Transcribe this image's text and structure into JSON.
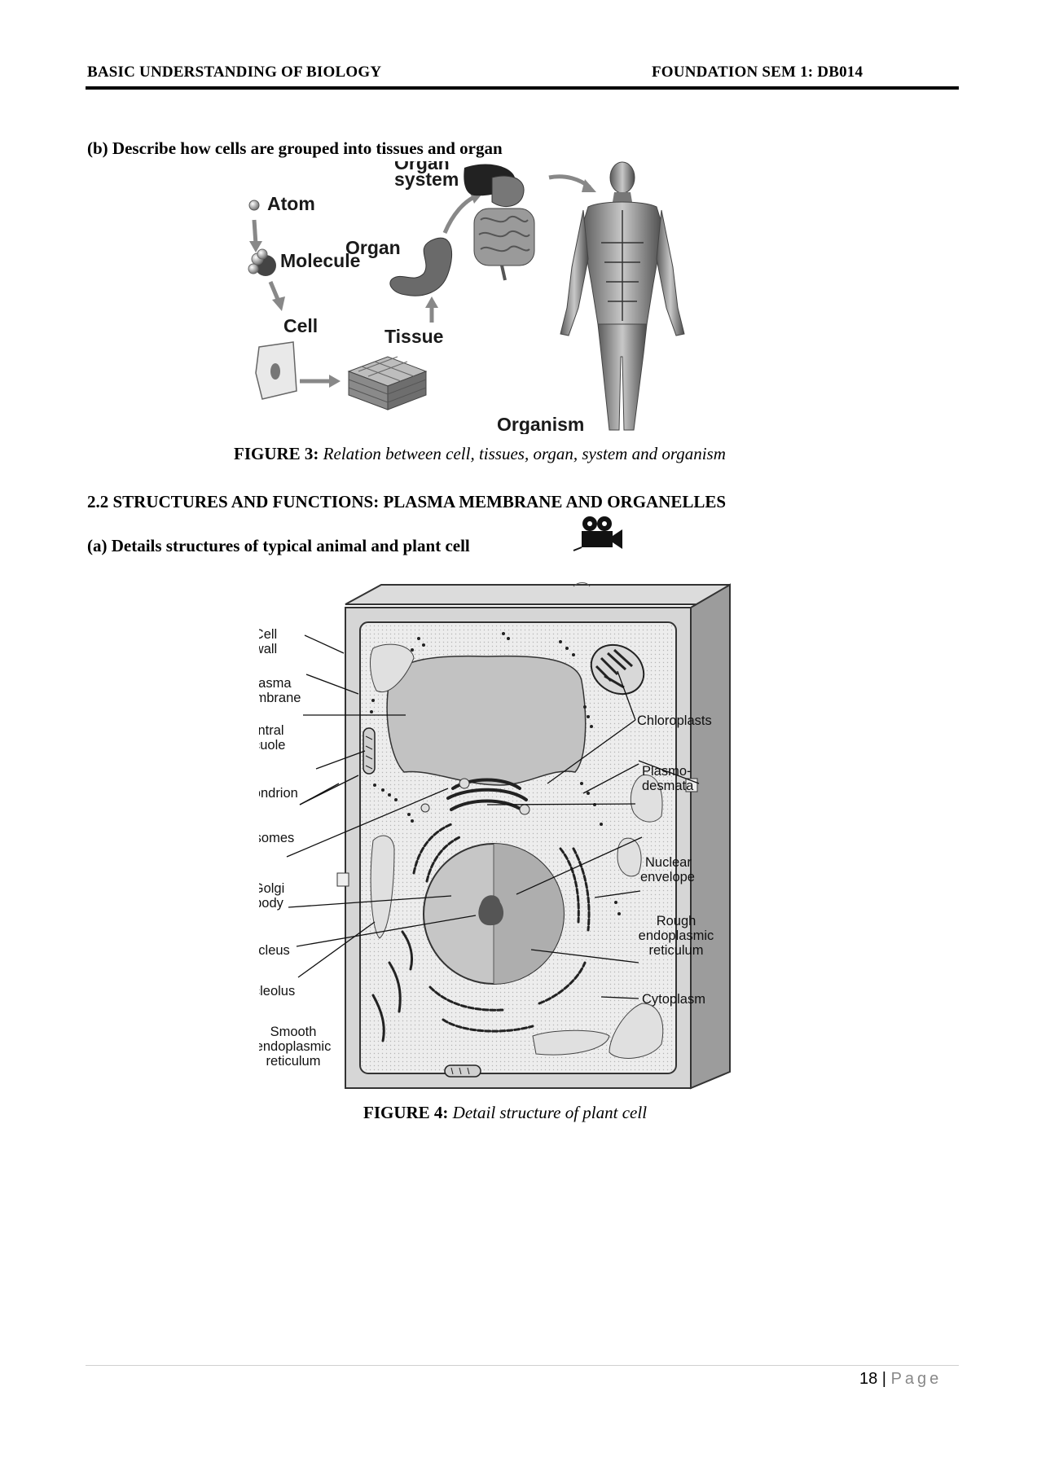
{
  "header": {
    "left": "BASIC UNDERSTANDING OF BIOLOGY",
    "right": "FOUNDATION SEM 1: DB014"
  },
  "section_b": {
    "heading": "(b) Describe how cells are grouped into tissues and organ"
  },
  "figure3": {
    "labels": {
      "atom": "Atom",
      "molecule": "Molecule",
      "cell": "Cell",
      "tissue": "Tissue",
      "organ": "Organ",
      "organ_system_1": "Organ",
      "organ_system_2": "system",
      "organism": "Organism"
    },
    "caption_label": "FIGURE 3:",
    "caption_text": "Relation between cell, tissues, organ, system and organism"
  },
  "section_22": {
    "heading": "2.2 STRUCTURES AND FUNCTIONS: PLASMA MEMBRANE AND ORGANELLES",
    "sub_heading": "(a) Details structures of typical animal and plant cell",
    "video_icon": "video-camera-icon"
  },
  "figure4": {
    "labels": {
      "cell_wall_1": "Cell",
      "cell_wall_2": "wall",
      "plasma_1": "Plasma",
      "plasma_2": "membrane",
      "vacuole_1": "Central",
      "vacuole_2": "vacuole",
      "mitochondrion": "Mitochondrion",
      "ribosomes": "Ribosomes",
      "golgi_1": "Golgi",
      "golgi_2": "body",
      "nucleus": "Nucleus",
      "nucleolus": "Nucleolus",
      "smooth_er_1": "Smooth",
      "smooth_er_2": "endoplasmic",
      "smooth_er_3": "reticulum",
      "chloroplasts": "Chloroplasts",
      "plasmodesmata_1": "Plasmo-",
      "plasmodesmata_2": "desmata",
      "nuclear_env_1": "Nuclear",
      "nuclear_env_2": "envelope",
      "rough_er_1": "Rough",
      "rough_er_2": "endoplasmic",
      "rough_er_3": "reticulum",
      "cytoplasm": "Cytoplasm"
    },
    "caption_label": "FIGURE 4:",
    "caption_text": "Detail structure of plant cell"
  },
  "footer": {
    "page_number": "18",
    "separator": " | ",
    "page_word": "Page"
  }
}
